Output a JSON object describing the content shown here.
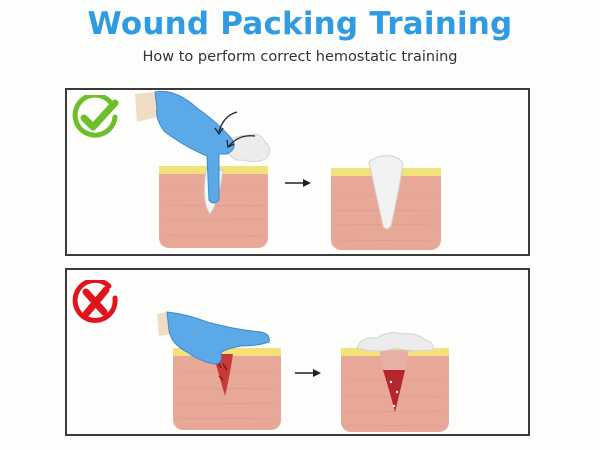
{
  "header": {
    "title": "Wound Packing Training",
    "subtitle": "How to perform correct hemostatic training"
  },
  "panels": [
    {
      "id": "correct",
      "status": "correct",
      "badge_icon": "check-circle-icon",
      "badge_color": "#6cbf2a",
      "steps": [
        {
          "description": "Gloved hand pushes gauze deep into wound cavity with fingers"
        },
        {
          "description": "Wound cavity fully packed with gauze"
        }
      ],
      "arrow_icon": "arrow-right-icon"
    },
    {
      "id": "incorrect",
      "status": "incorrect",
      "badge_icon": "x-circle-icon",
      "badge_color": "#e0141c",
      "steps": [
        {
          "description": "Flat hand presses on top of wound without packing"
        },
        {
          "description": "Gauze sits on surface, wound still bleeding underneath"
        }
      ],
      "arrow_icon": "arrow-right-icon"
    }
  ],
  "colors": {
    "title": "#2f9be3",
    "skin": "#e8a898",
    "fat_layer": "#f3e27a",
    "glove": "#5ba9e6",
    "gauze": "#eeeeee",
    "blood": "#b3262b",
    "border": "#3a3a3a"
  }
}
